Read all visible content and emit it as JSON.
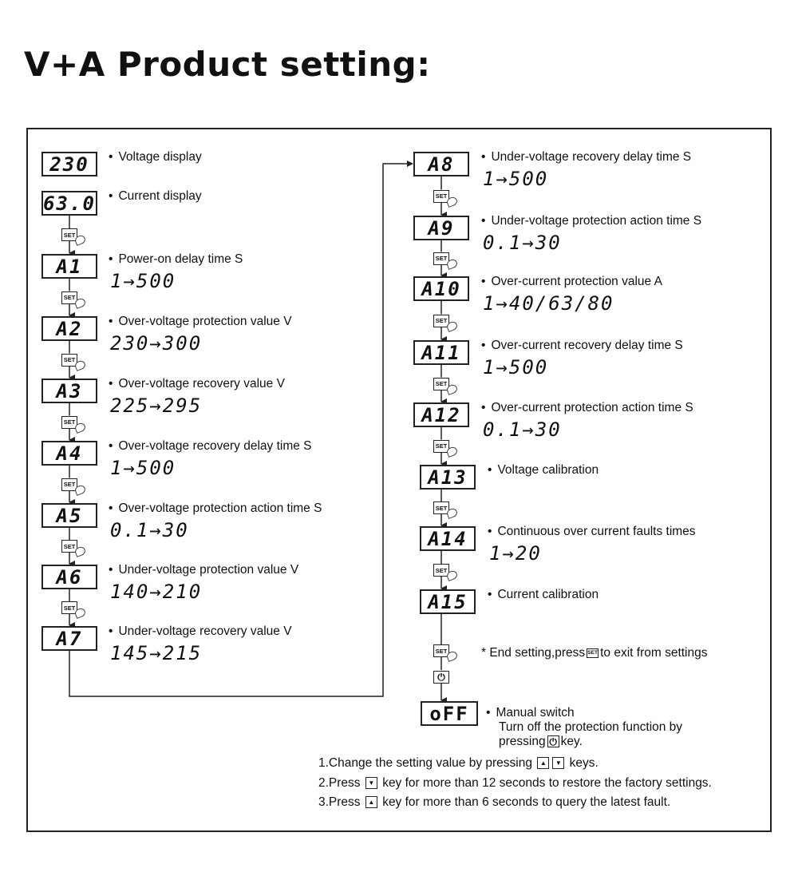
{
  "title": "V+A Product setting:",
  "left_column": [
    {
      "code": "230",
      "label": "Voltage display",
      "range": ""
    },
    {
      "code": "63.0",
      "label": "Current display",
      "range": ""
    },
    {
      "code": "A1",
      "label": "Power-on delay time S",
      "range": "1→500"
    },
    {
      "code": "A2",
      "label": "Over-voltage protection value V",
      "range": "230→300"
    },
    {
      "code": "A3",
      "label": "Over-voltage recovery value V",
      "range": "225→295"
    },
    {
      "code": "A4",
      "label": "Over-voltage recovery delay time S",
      "range": "1→500"
    },
    {
      "code": "A5",
      "label": "Over-voltage protection action time S",
      "range": "0.1→30"
    },
    {
      "code": "A6",
      "label": "Under-voltage protection value V",
      "range": "140→210"
    },
    {
      "code": "A7",
      "label": "Under-voltage recovery value V",
      "range": "145→215"
    }
  ],
  "right_column": [
    {
      "code": "A8",
      "label": "Under-voltage recovery delay time S",
      "range": "1→500"
    },
    {
      "code": "A9",
      "label": "Under-voltage protection action time S",
      "range": "0.1→30"
    },
    {
      "code": "A10",
      "label": "Over-current protection value A",
      "range": "1→40/63/80"
    },
    {
      "code": "A11",
      "label": "Over-current recovery delay time S",
      "range": "1→500"
    },
    {
      "code": "A12",
      "label": "Over-current protection action time S",
      "range": "0.1→30"
    },
    {
      "code": "A13",
      "label": "Voltage calibration",
      "range": ""
    },
    {
      "code": "A14",
      "label": "Continuous over current faults times",
      "range": "1→20"
    },
    {
      "code": "A15",
      "label": "Current calibration",
      "range": ""
    }
  ],
  "set_key_label": "SET",
  "end_setting": {
    "prefix": "* End setting,press",
    "suffix": "to exit from settings"
  },
  "off_step": {
    "code": "oFF",
    "line1": "Manual switch",
    "line2": "Turn off the protection function by",
    "line3_prefix": "pressing",
    "line3_suffix": "key."
  },
  "notes": {
    "n1_prefix": "1.Change the setting value by pressing",
    "n1_suffix": "keys.",
    "n2_prefix": "2.Press",
    "n2_suffix": "key for more than 12 seconds to restore the factory settings.",
    "n3_prefix": "3.Press",
    "n3_suffix": "key for more than 6 seconds to query the latest fault."
  },
  "icons": {
    "up": "up-arrow-key-icon",
    "down": "down-arrow-key-icon",
    "power": "power-icon",
    "finger": "finger-press-icon"
  }
}
